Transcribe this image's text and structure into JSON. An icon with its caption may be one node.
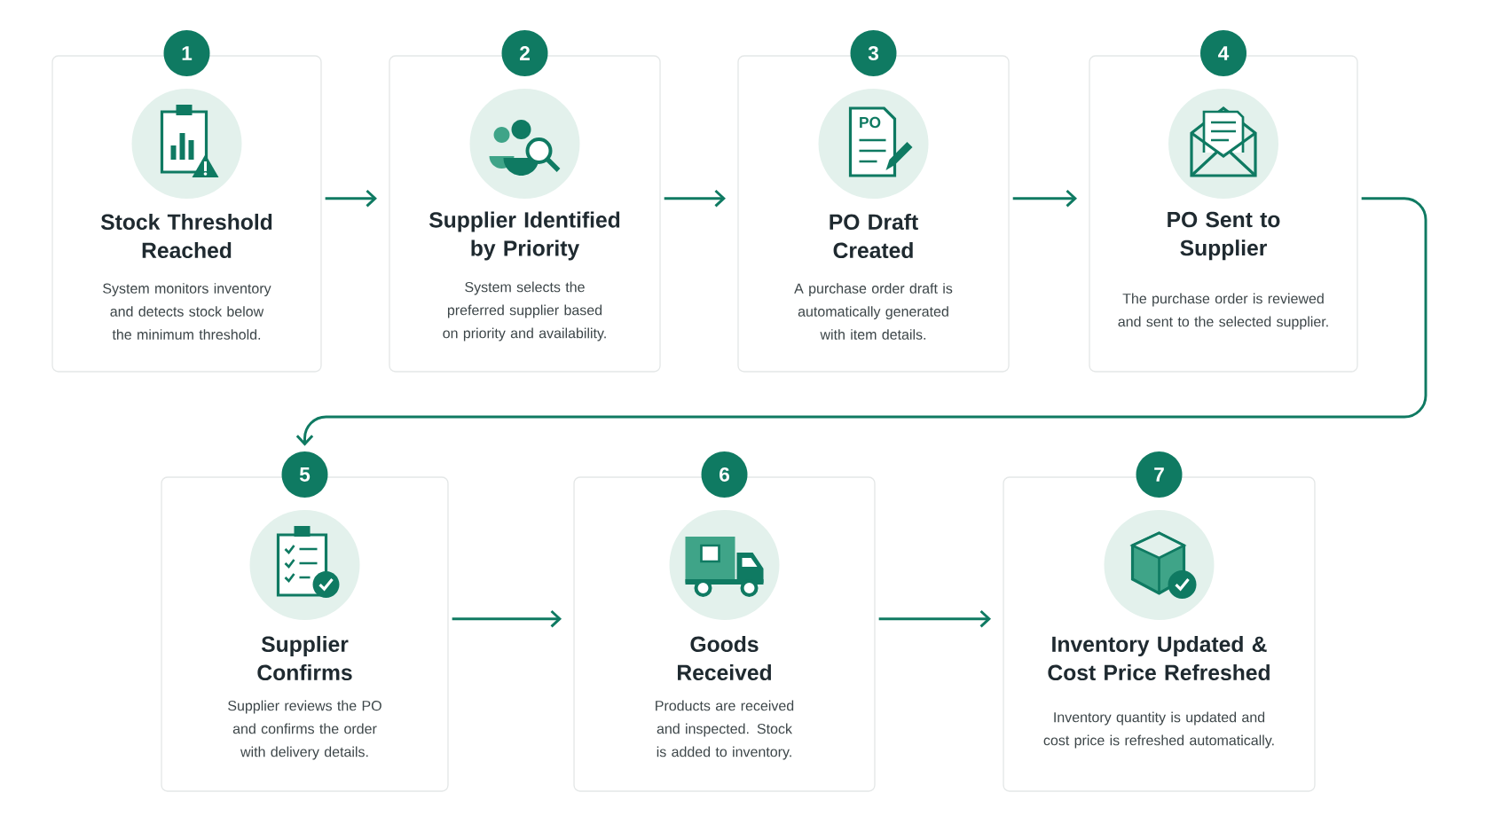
{
  "diagram": {
    "nodes": [
      {
        "text": [
          "Stock Threshold Reached",
          "System monitors inventory and detects stock below the minimum threshold."
        ],
        "beside": [
          "1"
        ]
      },
      {
        "text": [
          "Supplier Identified by Priority",
          "System selects the preferred supplier based on priority and availability."
        ],
        "beside": [
          "2"
        ]
      },
      {
        "text": [
          "PO Draft Created",
          "A purchase order draft is automatically generated with item details."
        ],
        "beside": [
          "3"
        ]
      },
      {
        "text": [
          "PO Sent to Supplier",
          "The purchase order is reviewed and sent to the selected supplier."
        ],
        "beside": [
          "4"
        ]
      },
      {
        "text": [
          "Supplier Confirms",
          "Supplier reviews the PO and confirms the order with delivery details."
        ],
        "beside": [
          "5"
        ]
      },
      {
        "text": [
          "Goods Received",
          "Products are received and inspected. Stock is added to inventory."
        ],
        "beside": [
          "6"
        ]
      },
      {
        "text": [
          "Inventory Updated & Cost Price Refreshed",
          "Inventory quantity is updated and cost price is refreshed automatically."
        ],
        "beside": [
          "7"
        ]
      }
    ],
    "edges": [
      {
        "from": 0,
        "to": 1,
        "arrow": "to"
      },
      {
        "from": 1,
        "to": 2,
        "arrow": "to"
      },
      {
        "from": 2,
        "to": 3,
        "arrow": "to"
      },
      {
        "from": 3,
        "to": 4,
        "arrow": "to"
      },
      {
        "from": 4,
        "to": 5,
        "arrow": "to"
      },
      {
        "from": 5,
        "to": 6,
        "arrow": "to"
      }
    ],
    "labels": [
      "PO"
    ]
  }
}
